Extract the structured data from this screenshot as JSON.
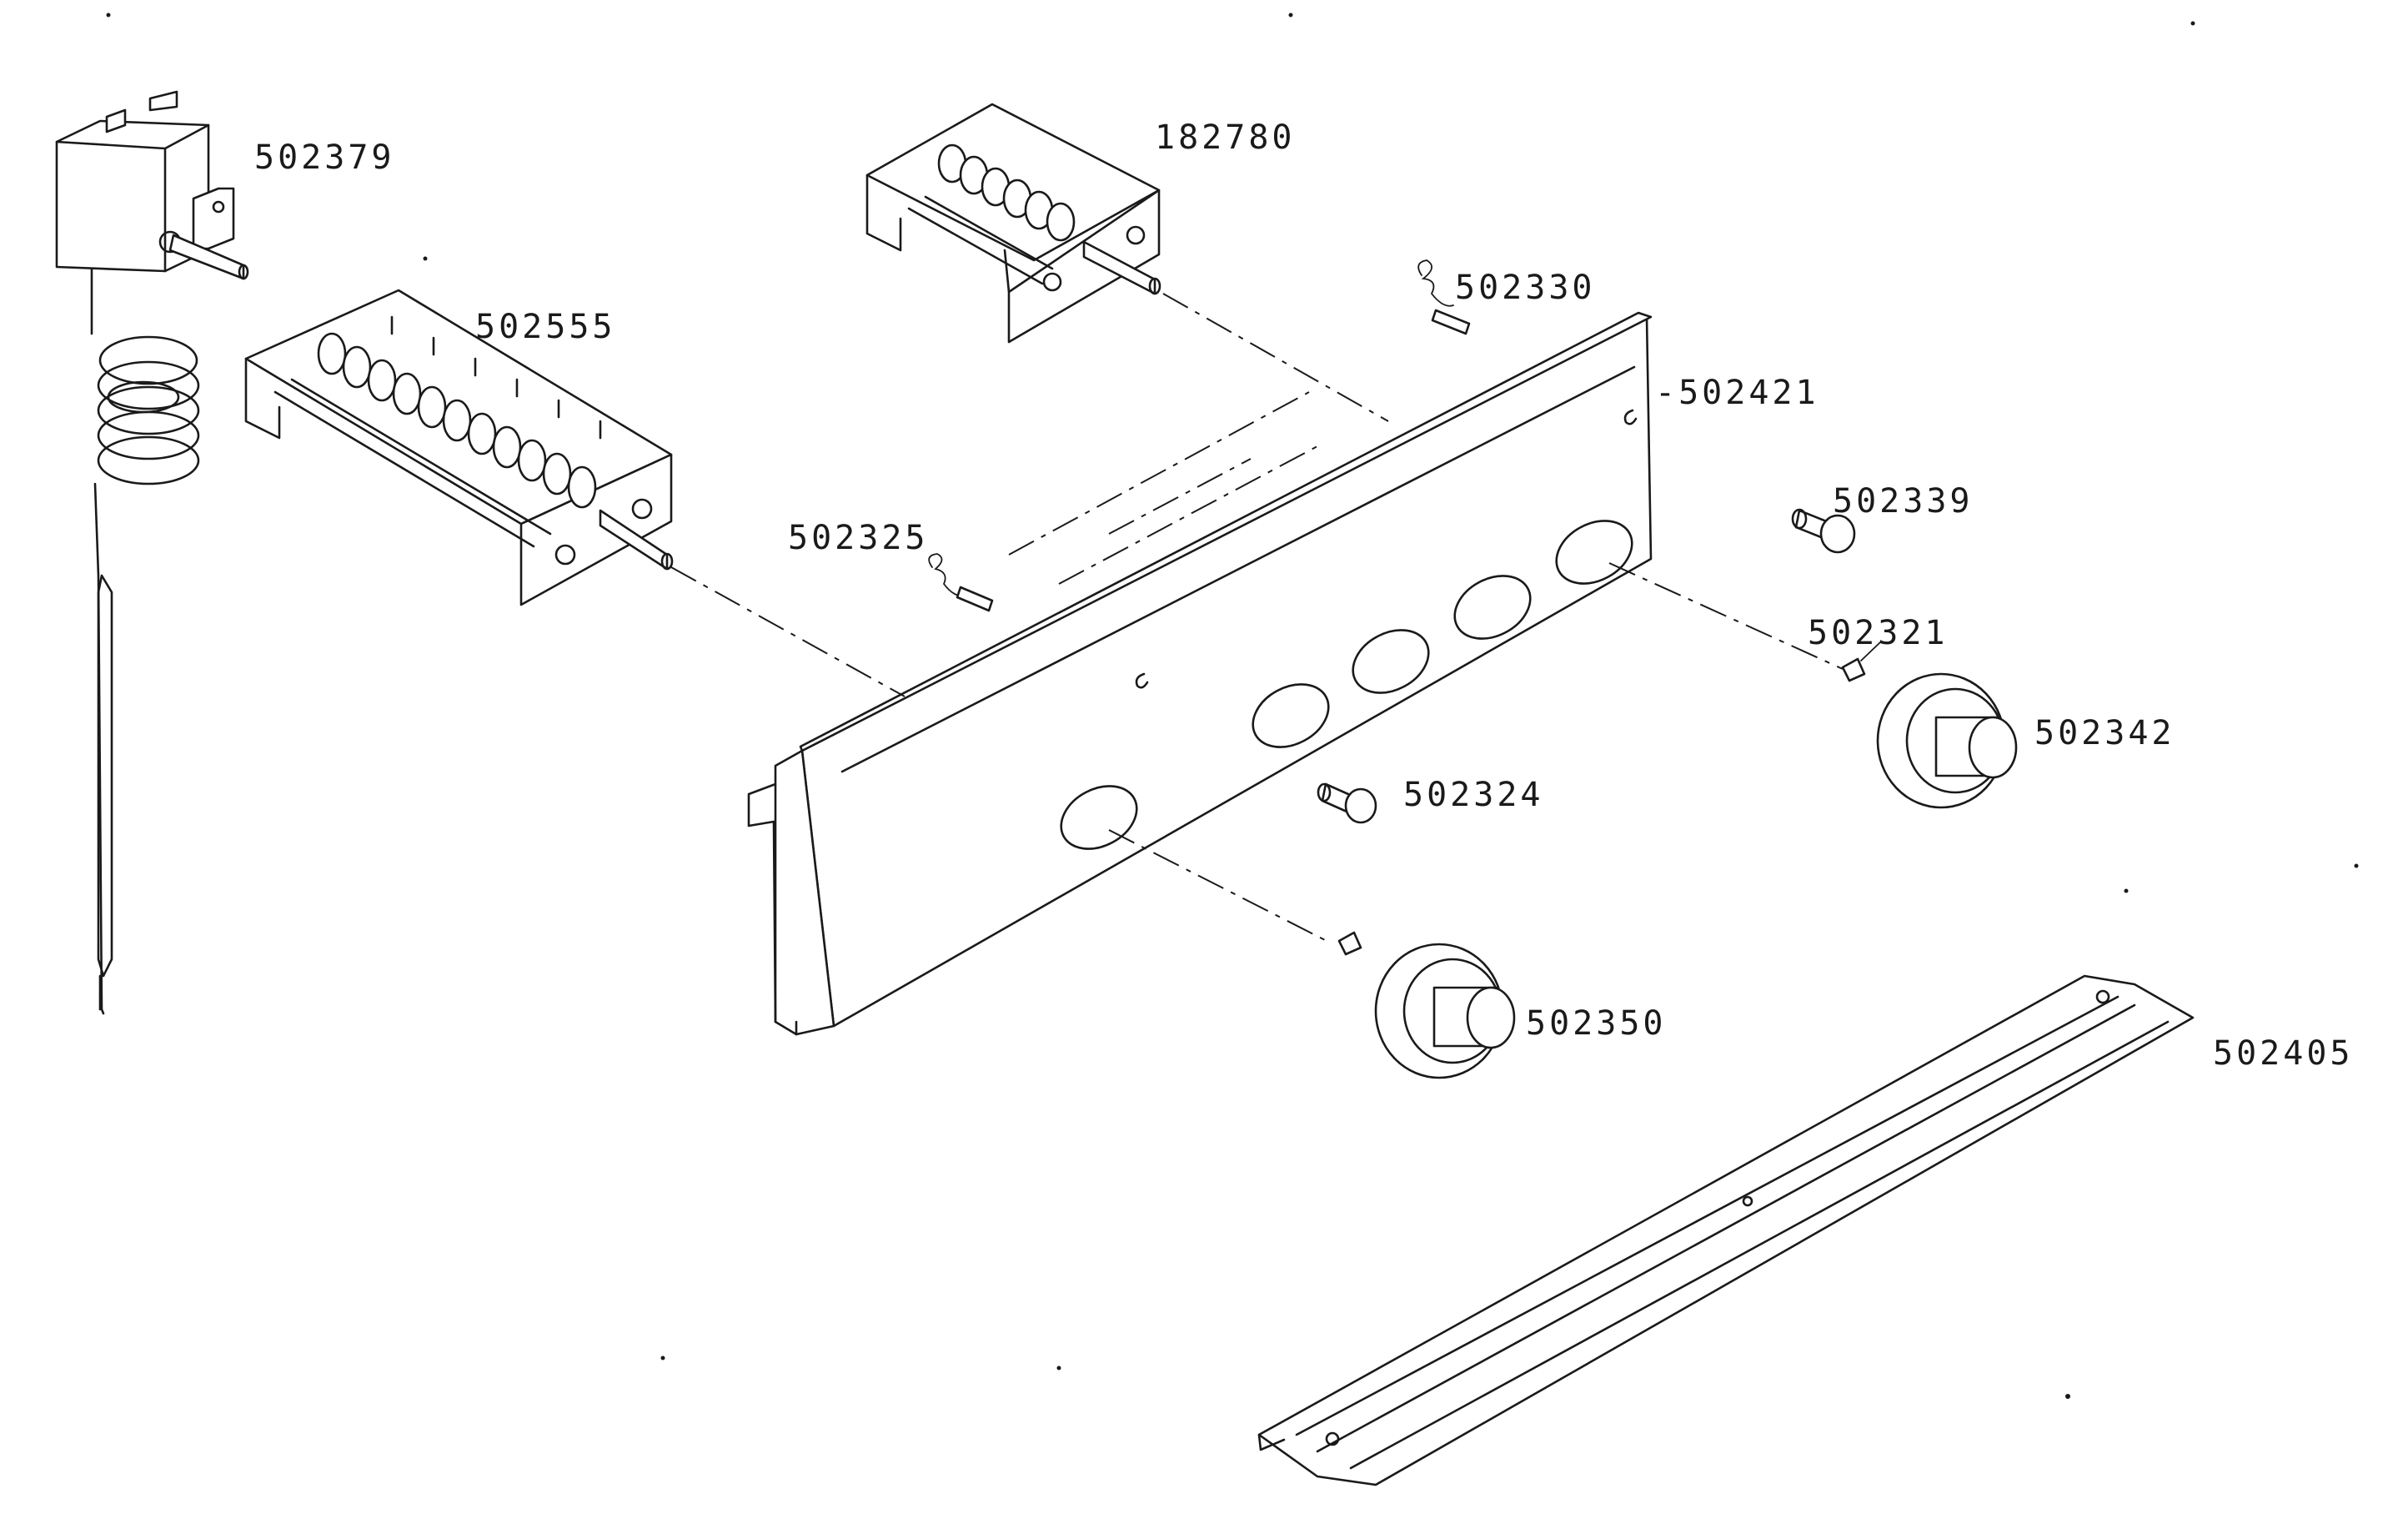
{
  "labels": {
    "thermostat": "502379",
    "selector_switch_small": "182780",
    "selector_switch_large": "502555",
    "lamp_wire_upper": "502330",
    "control_panel": "-502421",
    "lamp_wire_left": "502325",
    "indicator_lens_right": "502339",
    "knob_insert_right": "502321",
    "control_knob_right": "502342",
    "indicator_lens_center": "502324",
    "control_knob_left": "502350",
    "mounting_rail": "502405"
  }
}
